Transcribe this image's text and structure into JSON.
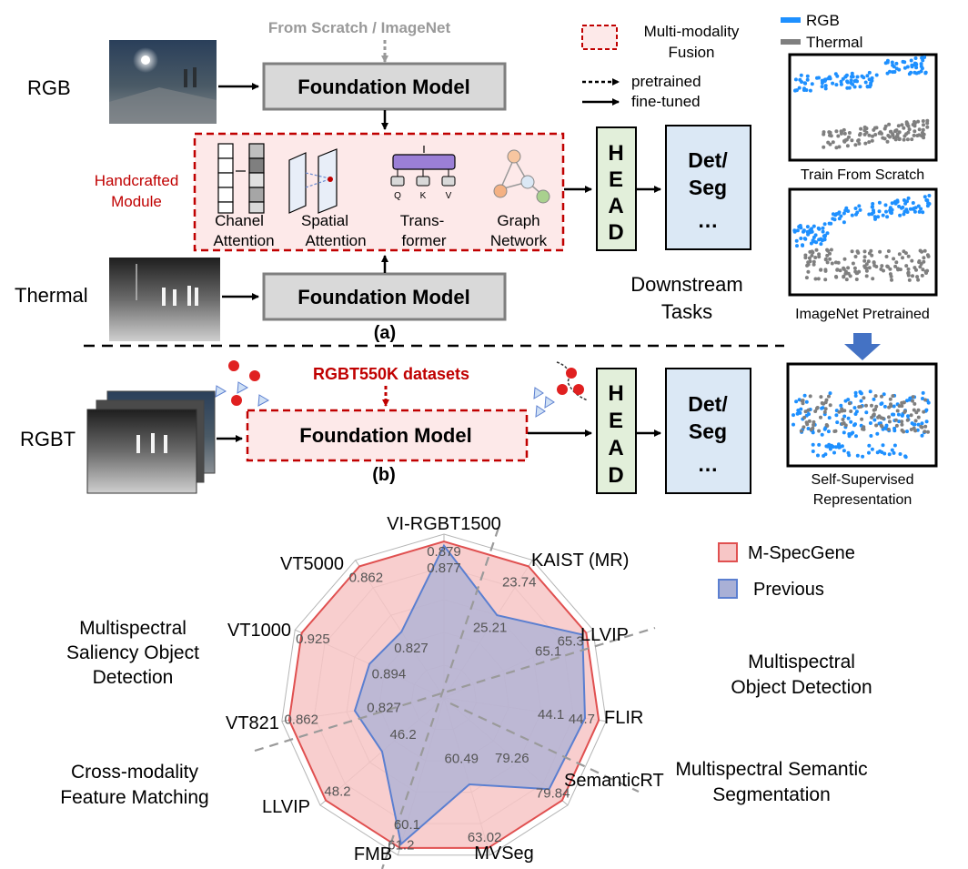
{
  "colors": {
    "rgb": "#1e90ff",
    "thermal": "#7f7f7f",
    "red": "#c00000",
    "mspecgene_fill": "#f7c6c6",
    "mspecgene_stroke": "#e05050",
    "previous_fill": "#a9b0d6",
    "previous_stroke": "#5b7fd0",
    "head_fill": "#e2efda",
    "task_fill": "#dbe8f5",
    "model_fill": "#d9d9d9",
    "fusion_fill": "#fde9e9"
  },
  "top": {
    "source_label": "From Scratch / ImageNet",
    "rgb_label": "RGB",
    "thermal_label": "Thermal",
    "foundation_model_rgb": "Foundation Model",
    "foundation_model_thermal": "Foundation Model",
    "handcrafted_line1": "Handcrafted",
    "handcrafted_line2": "Module",
    "modules": [
      {
        "line1": "Chanel",
        "line2": "Attention"
      },
      {
        "line1": "Spatial",
        "line2": "Attention"
      },
      {
        "line1": "Trans-",
        "line2": "former"
      },
      {
        "line1": "Graph",
        "line2": "Network"
      }
    ],
    "transformer_inputs": [
      "Q",
      "K",
      "V"
    ],
    "head_letters": [
      "H",
      "E",
      "A",
      "D"
    ],
    "task_line1": "Det/",
    "task_line2": "Seg",
    "task_line3": "…",
    "downstream_line1": "Downstream",
    "downstream_line2": "Tasks",
    "panel_label": "(a)"
  },
  "legend_top": {
    "fusion_line1": "Multi-modality",
    "fusion_line2": "Fusion",
    "pretrained": "pretrained",
    "finetuned": "fine-tuned"
  },
  "tsne": {
    "legend_rgb": "RGB",
    "legend_thermal": "Thermal",
    "caption_scratch": "Train From Scratch",
    "caption_imagenet": "ImageNet Pretrained",
    "caption_ssl_line1": "Self-Supervised",
    "caption_ssl_line2": "Representation"
  },
  "bottom": {
    "dataset_label": "RGBT550K datasets",
    "rgbt_label": "RGBT",
    "foundation_model": "Foundation Model",
    "head_letters": [
      "H",
      "E",
      "A",
      "D"
    ],
    "task_line1": "Det/",
    "task_line2": "Seg",
    "task_line3": "…",
    "panel_label": "(b)"
  },
  "chart_data": {
    "type": "radar",
    "axes": [
      "VI-RGBT1500",
      "KAIST (MR)",
      "LLVIP",
      "FLIR",
      "SemanticRT",
      "MVSeg",
      "FMB",
      "LLVIP",
      "VT821",
      "VT1000",
      "VT5000"
    ],
    "series": [
      {
        "name": "M-SpecGene",
        "values": [
          0.879,
          23.74,
          65.3,
          44.7,
          79.84,
          63.02,
          61.2,
          48.2,
          0.862,
          0.925,
          0.862
        ]
      },
      {
        "name": "Previous",
        "values": [
          0.877,
          25.21,
          65.1,
          44.1,
          79.26,
          60.49,
          60.1,
          46.2,
          0.827,
          0.894,
          0.827
        ]
      }
    ],
    "outer_labels": [
      "0.879",
      "23.74",
      "65.3",
      "44.7",
      "79.84",
      "63.02",
      "61.2",
      "48.2",
      "0.862",
      "0.925",
      "0.862"
    ],
    "inner_labels": [
      "0.877",
      "25.21",
      "65.1",
      "44.1",
      "79.26",
      "60.49",
      "60.1",
      "46.2",
      "0.827",
      "0.894",
      "0.827"
    ],
    "groups": [
      {
        "line1": "Multispectral",
        "line2": "Saliency Object",
        "line3": "Detection"
      },
      {
        "line1": "Multispectral",
        "line2": "Object Detection",
        "line3": ""
      },
      {
        "line1": "Cross-modality",
        "line2": "Feature Matching",
        "line3": ""
      },
      {
        "line1": "Multispectral Semantic",
        "line2": "Segmentation",
        "line3": ""
      }
    ],
    "legend": [
      "M-SpecGene",
      "Previous"
    ]
  }
}
